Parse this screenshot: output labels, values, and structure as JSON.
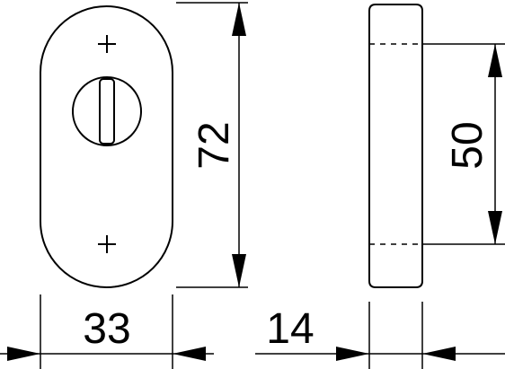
{
  "dimensions": {
    "width": "33",
    "height": "72",
    "depth": "14",
    "hole_spacing": "50"
  },
  "colors": {
    "line": "#000000",
    "background": "#ffffff"
  }
}
